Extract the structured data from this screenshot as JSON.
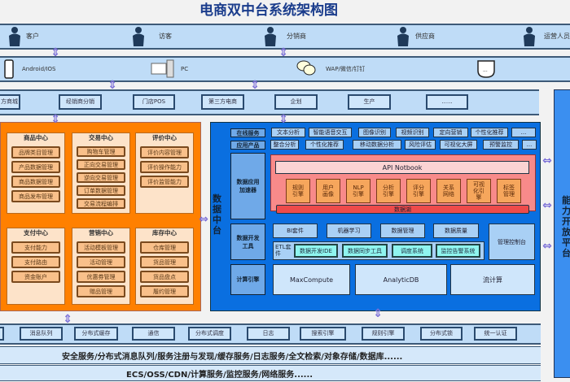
{
  "title": "电商双中台系统架构图",
  "users": [
    {
      "label": "客户",
      "icon": "customer-icon"
    },
    {
      "label": "访客",
      "icon": "visitors-icon"
    },
    {
      "label": "分销商",
      "icon": "distributor-icon"
    },
    {
      "label": "供应商",
      "icon": "supplier-icon"
    },
    {
      "label": "运营人员",
      "icon": "operator-icon"
    }
  ],
  "devices": [
    {
      "label": "Android/IOS",
      "icon": "phone-icon"
    },
    {
      "label": "PC",
      "icon": "pc-icon"
    },
    {
      "label": "WAP/微信/钉钉",
      "icon": "chat-icon"
    },
    {
      "label": "...",
      "icon": "more-icon"
    }
  ],
  "channels": [
    "方商城",
    "经销商分销",
    "门店POS",
    "第三方电商",
    "企划",
    "生产",
    "......"
  ],
  "business_center": {
    "panels": [
      {
        "title": "商品中心",
        "items": [
          "品牌类目管理",
          "产品数据管理",
          "商品数据管理",
          "商品发布管理"
        ]
      },
      {
        "title": "交易中心",
        "items": [
          "购物车管理",
          "正向交易管理",
          "逆向交易管理",
          "订单数据管理",
          "交易流程编排"
        ]
      },
      {
        "title": "评价中心",
        "items": [
          "评价内容管理",
          "评价操作能力",
          "评价监管能力"
        ]
      },
      {
        "title": "支付中心",
        "items": [
          "支付能力",
          "支付路由",
          "资金账户"
        ]
      },
      {
        "title": "营销中心",
        "items": [
          "活动模板管理",
          "活动管理",
          "优惠券管理",
          "赠品管理"
        ]
      },
      {
        "title": "库存中心",
        "items": [
          "仓库管理",
          "货品管理",
          "货品盘点",
          "履约管理"
        ]
      }
    ]
  },
  "data_center": {
    "title": "数据中台",
    "online_services": {
      "label": "在线服务",
      "items": [
        "文本分析",
        "智能语音交互",
        "图像识别",
        "视频识别",
        "定向营销",
        "个性化推荐",
        "..."
      ]
    },
    "app_products": {
      "label": "应用产品",
      "items": [
        "整合分析",
        "个性化推荐",
        "移动数据分析",
        "风险评估",
        "可视化大屏",
        "预警监控",
        "..."
      ]
    },
    "accelerator": {
      "label": "数据应用加速器",
      "api": "API Notbook",
      "engines": [
        "规则引擎",
        "用户画像",
        "NLP引擎",
        "分析引擎",
        "评分引擎",
        "关系网络",
        "可视化引擎",
        "标签管理"
      ],
      "lake": "数据湖"
    },
    "dev_tools": {
      "label": "数据开发工具",
      "items": [
        "BI套件",
        "机器学习",
        "数据管理",
        "数据质量"
      ],
      "etl_label": "ETL套件",
      "etl_items": [
        "数据开发IDE",
        "数据同步工具",
        "调度系统",
        "监控告警系统"
      ],
      "console": "管理控制台"
    },
    "compute": {
      "label": "计算引擎",
      "items": [
        "MaxCompute",
        "AnalyticDB",
        "流计算"
      ]
    }
  },
  "right_panel": "能力开放平台",
  "services": [
    "",
    "消息队列",
    "分布式缓存",
    "通信",
    "分布式调度",
    "日志",
    "搜索引擎",
    "规则引擎",
    "分布式锁",
    "统一认证"
  ],
  "infra1": "安全服务/分布式消息队列/服务注册与发现/缓存服务/日志服务/全文检索/对象存储/数据库......",
  "infra2": "ECS/OSS/CDN/计算服务/监控服务/网络服务......",
  "colors": {
    "title": "#1a3c8c",
    "orange": "#ff8000",
    "blue": "#0a6fe0",
    "right": "#3b8ff0",
    "red": "#f88a8a"
  }
}
